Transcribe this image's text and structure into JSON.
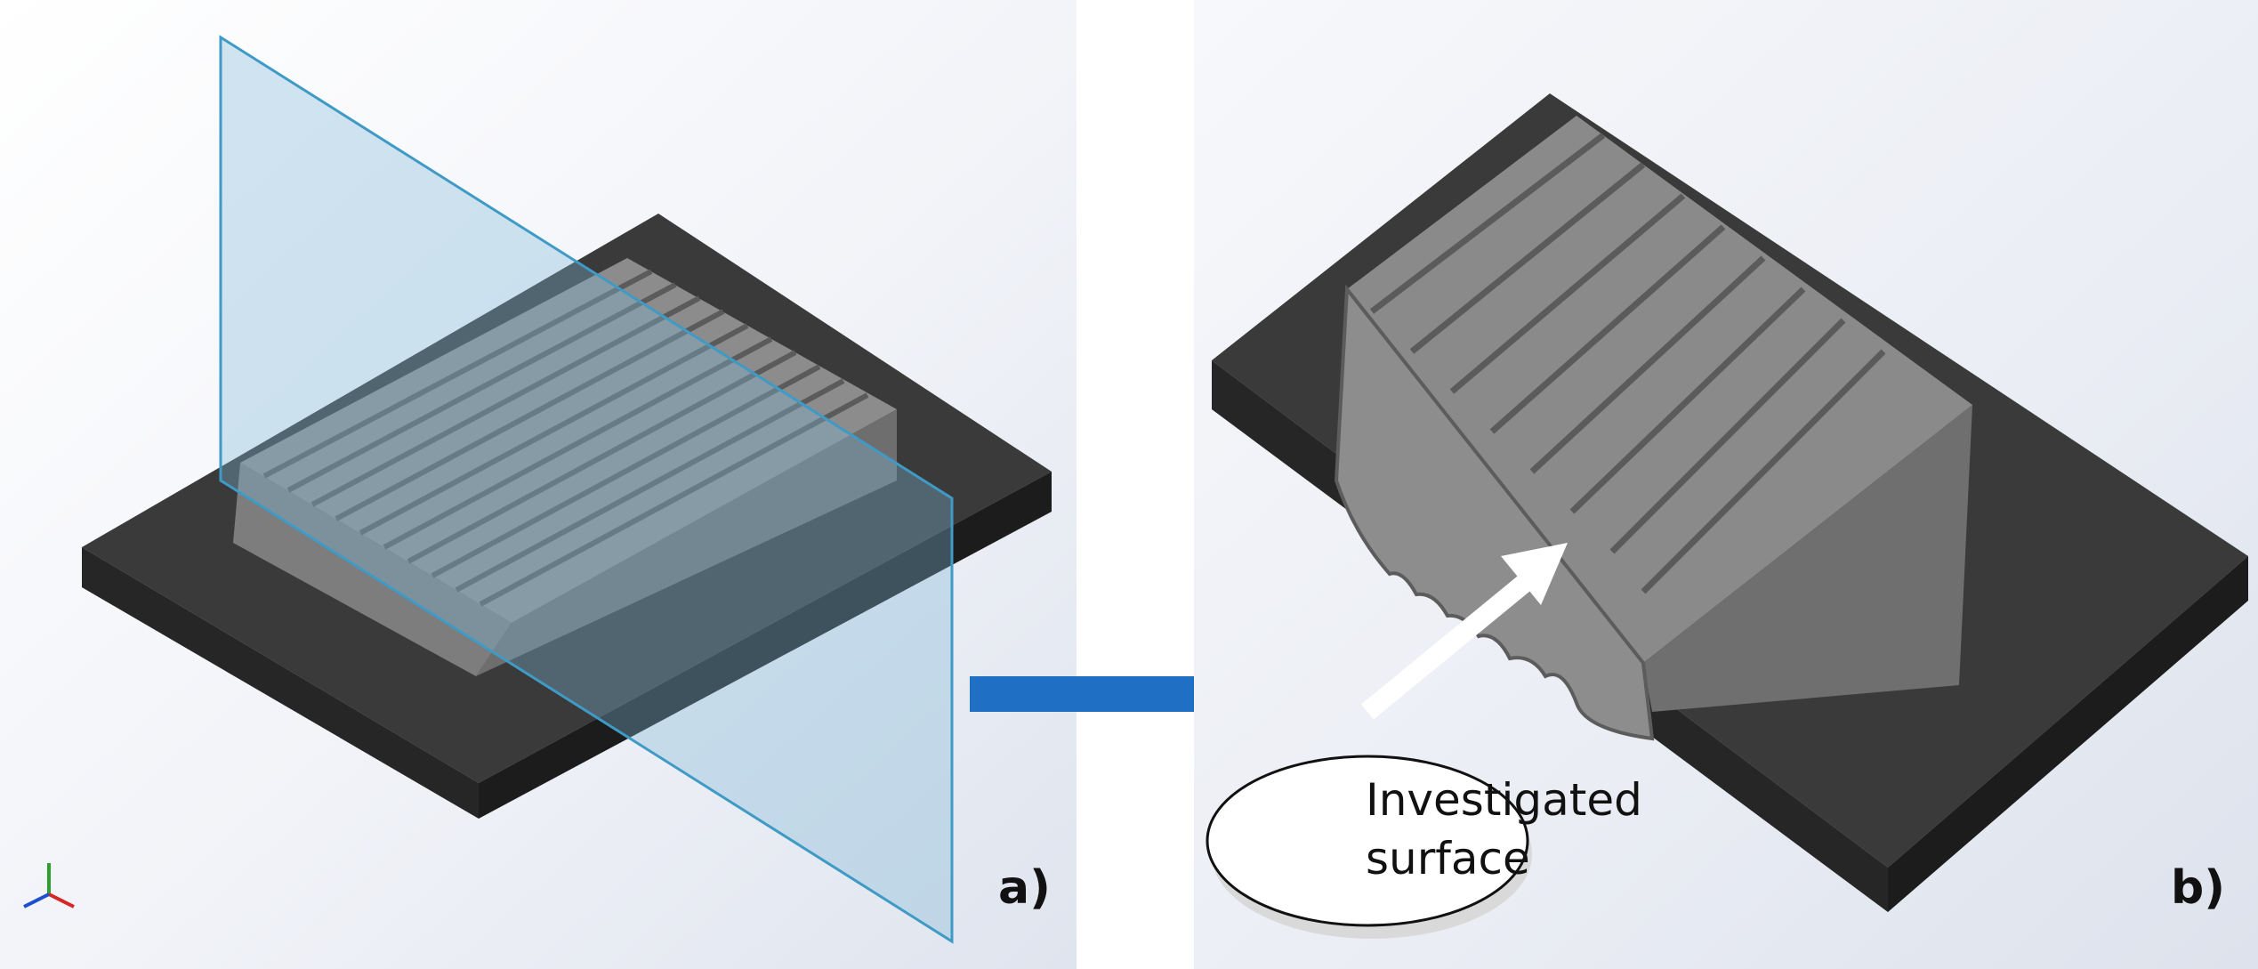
{
  "panels": {
    "a": {
      "label": "a)"
    },
    "b": {
      "label": "b)"
    }
  },
  "callout": {
    "line1": "Investigated",
    "line2": "surface"
  },
  "colors": {
    "plate_top": "#3b3b3b",
    "plate_side": "#1f1f1f",
    "part_top": "#8a8a8a",
    "part_side": "#7a7a7a",
    "cut_plane": "#7fb6d6",
    "arrow": "#1f6fc4"
  },
  "icons": [
    "axis-triad-icon",
    "right-arrow-icon",
    "pointer-arrow-icon"
  ]
}
